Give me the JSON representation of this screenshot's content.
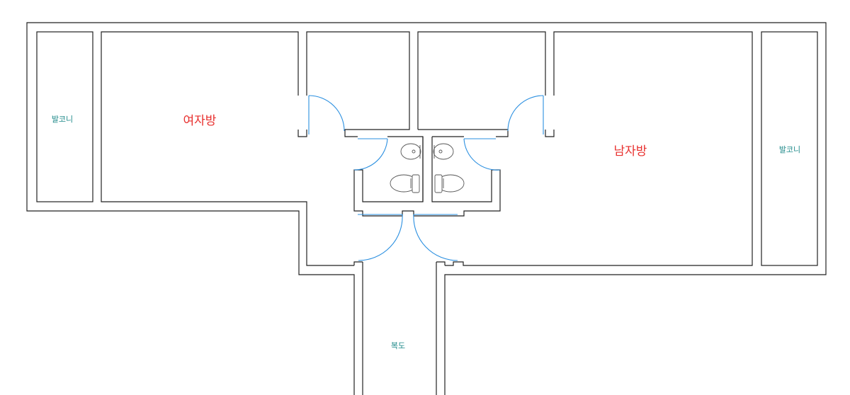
{
  "rooms": {
    "balcony_left": "발코니",
    "women_room": "여자방",
    "men_room": "남자방",
    "balcony_right": "발코니",
    "corridor": "복도"
  },
  "colors": {
    "wall": "#222222",
    "door": "#2a8fe0",
    "room_label": "#e8302e",
    "small_label": "#1f8a8a"
  }
}
